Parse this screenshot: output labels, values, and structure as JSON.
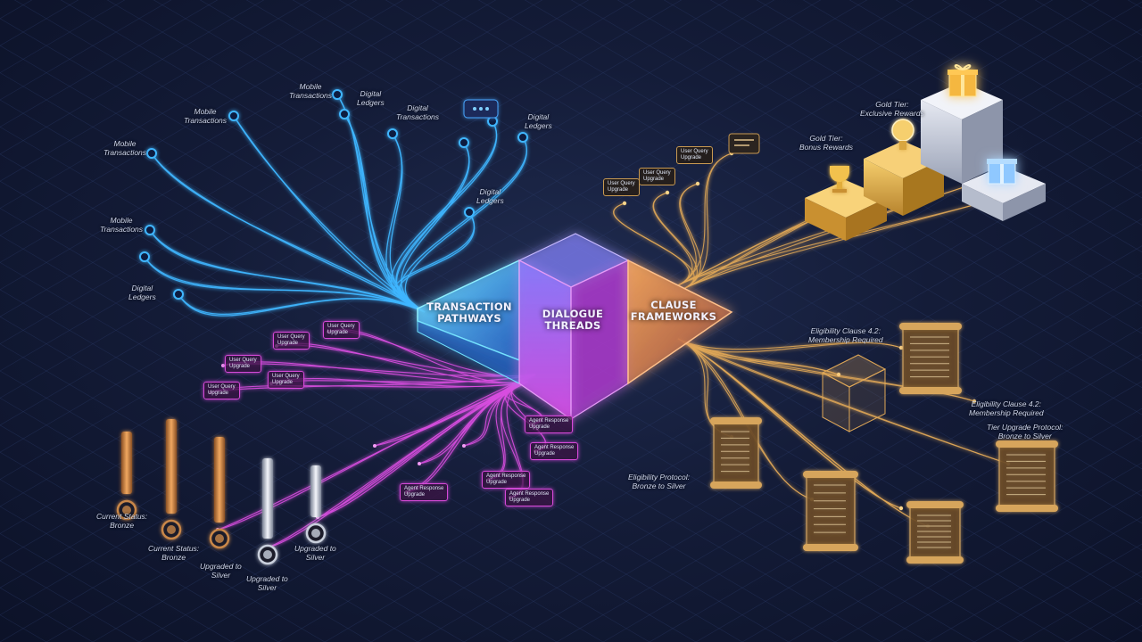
{
  "core": {
    "left_label": "TRANSACTION\nPATHWAYS",
    "center_label": "DIALOGUE\nTHREADS",
    "right_label": "CLAUSE\nFRAMEWORKS"
  },
  "transaction_labels": [
    "Mobile\nTransactions",
    "Mobile\nTransactions",
    "Mobile\nTransactions",
    "Mobile\nTransactions",
    "Digital\nLedgers",
    "Digital\nTransactions",
    "Digital\nLedgers",
    "Digital\nLedgers",
    "Digital\nLedgers"
  ],
  "dialogue_bubbles_top": [
    "User Query\nUpgrade",
    "User Query\nUpgrade",
    "User Query\nUpgrade"
  ],
  "dialogue_bubbles_left": [
    "User Query\nUpgrade",
    "User Query\nUpgrade",
    "User Query\nUpgrade",
    "User Query\nUpgrade",
    "User Query\nUpgrade"
  ],
  "dialogue_bubbles_bottom": [
    "Agent Response\nUpgrade",
    "Agent Response\nUpgrade",
    "Agent Response\nUpgrade",
    "Agent Response\nUpgrade",
    "Agent Response\nUpgrade"
  ],
  "reward_labels": {
    "gold_exclusive": "Gold Tier:\nExclusive Rewards",
    "gold_bonus": "Gold Tier:\nBonus Rewards"
  },
  "clause_labels": {
    "eligibility_top": "Eligibility Clause 4.2:\nMembership Required",
    "eligibility_right": "Eligibility Clause 4.2:\nMembership Required",
    "tier_protocol": "Tier Upgrade Protocol:\nBronze to Silver",
    "eligibility_protocol": "Eligibility Protocol:\nBronze to Silver"
  },
  "status_labels": [
    "Current Status:\nBronze",
    "Current Status:\nBronze",
    "Upgraded to\nSilver",
    "Upgraded to\nSilver",
    "Upgraded to\nSilver"
  ],
  "colors": {
    "transaction": "#3fb6ff",
    "dialogue": "#d84ee0",
    "clause": "#e0a857",
    "bronze": "#c98748",
    "silver": "#c9cfdc",
    "gold": "#f2c14e",
    "grid": "#2a3a66"
  },
  "icons": {
    "pathway_node": "glowing-dot-icon",
    "reward": "trophy-icon",
    "gift": "gift-icon",
    "badge": "medal-badge-icon",
    "scroll": "scroll-document-icon",
    "chat": "chat-bubble-icon"
  }
}
